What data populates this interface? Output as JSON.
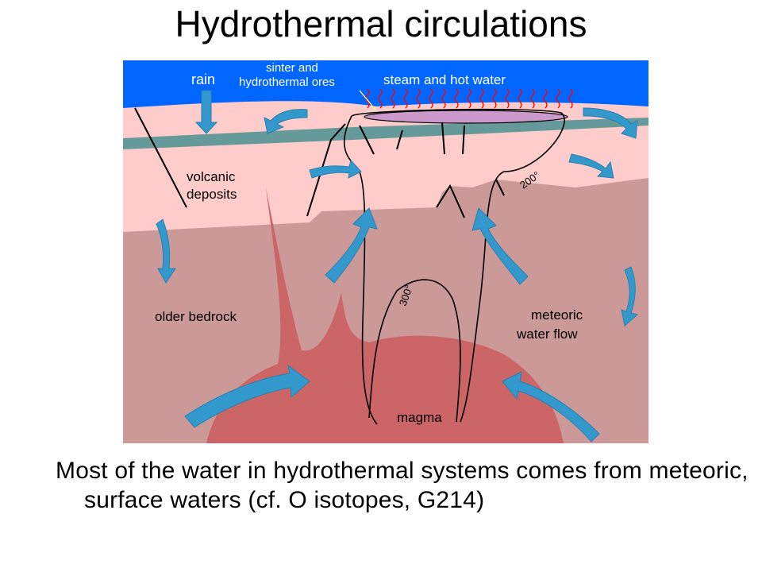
{
  "title": "Hydrothermal circulations",
  "diagram": {
    "labels": {
      "rain": "rain",
      "sinter_line1": "sinter and",
      "sinter_line2": "hydrothermal ores",
      "steam": "steam and hot water",
      "volcanic_line1": "volcanic",
      "volcanic_line2": "deposits",
      "older_bedrock": "older bedrock",
      "meteoric_line1": "meteoric",
      "meteoric_line2": "water flow",
      "magma": "magma",
      "isotherm_200": "200°",
      "isotherm_300": "300°"
    },
    "colors": {
      "sky": "#0066ff",
      "volcanic": "#ffcccc",
      "bedrock": "#cc9999",
      "magma": "#cc6666",
      "aquifer": "#669999",
      "arrows": "#3399cc",
      "steam": "#ff0000",
      "sinter": "#cc99cc"
    }
  },
  "caption": "Most of the water in hydrothermal systems comes from meteoric, surface waters (cf. O isotopes, G214)"
}
